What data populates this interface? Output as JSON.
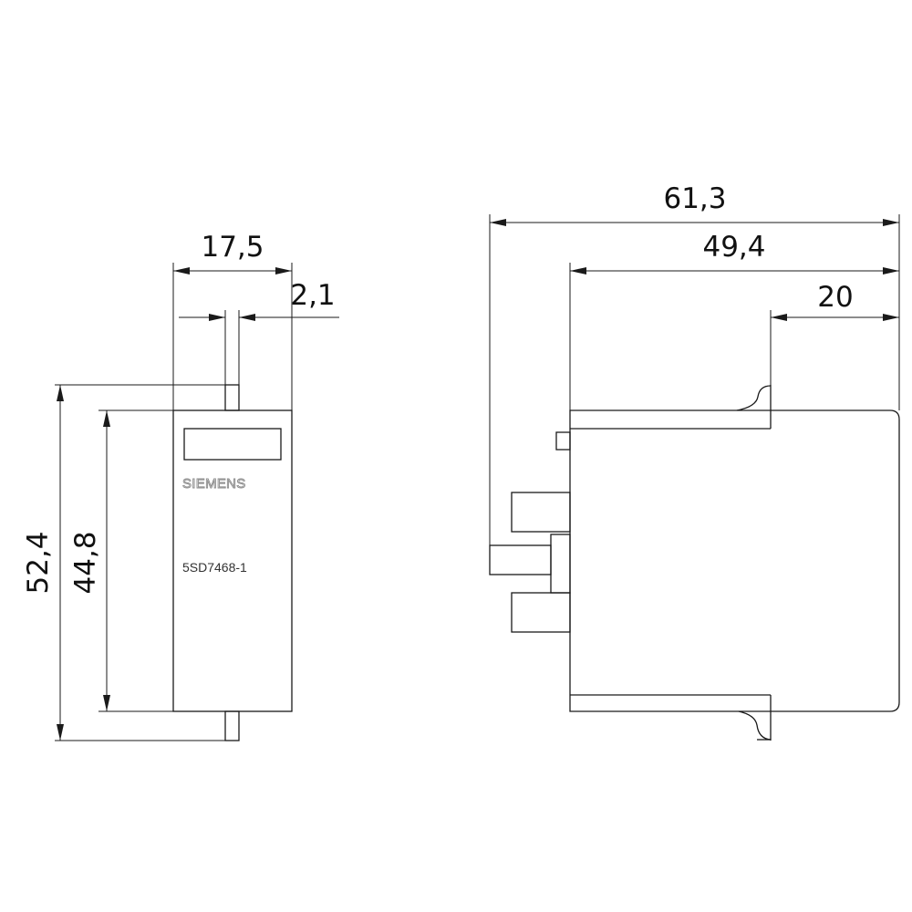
{
  "drawing": {
    "front_view": {
      "brand_label": "SIEMENS",
      "part_number": "5SD7468-1",
      "dim_width": "17,5",
      "dim_pin_width": "2,1",
      "dim_total_height": "52,4",
      "dim_body_height": "44,8"
    },
    "side_view": {
      "dim_total_depth": "61,3",
      "dim_body_depth": "49,4",
      "dim_clip_depth": "20"
    }
  }
}
